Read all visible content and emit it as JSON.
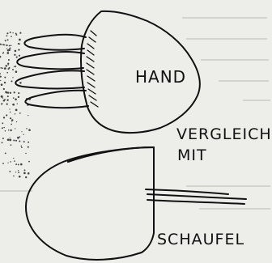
{
  "labels": {
    "hand": "HAND",
    "compare": "VERGLEICH",
    "with": "MIT",
    "shovel": "SCHAUFEL"
  }
}
